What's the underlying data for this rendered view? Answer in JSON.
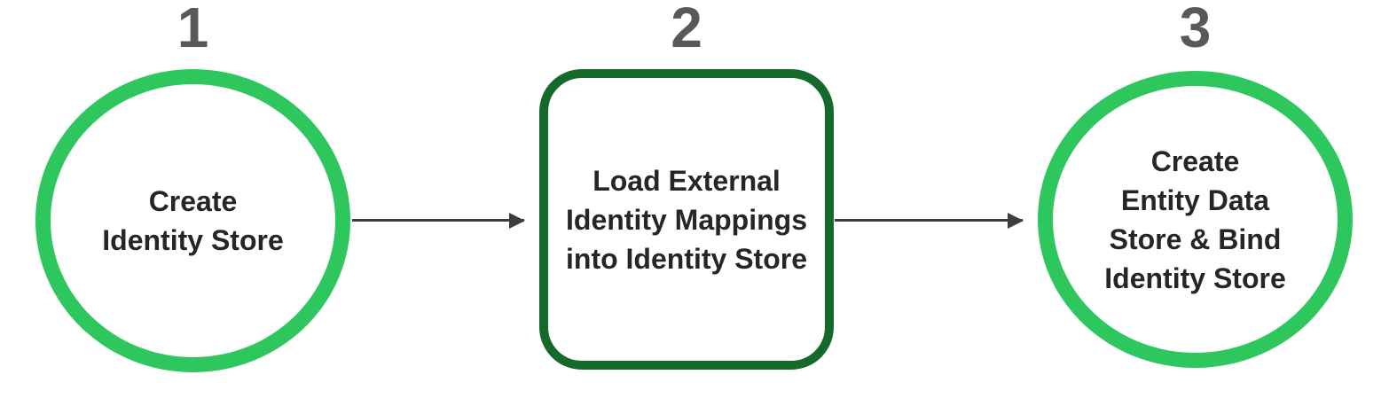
{
  "diagram": {
    "steps": [
      {
        "number": "1",
        "label": "Create\nIdentity Store",
        "shape": "circle"
      },
      {
        "number": "2",
        "label": "Load External\nIdentity Mappings\ninto Identity Store",
        "shape": "rounded-rectangle"
      },
      {
        "number": "3",
        "label": "Create\nEntity Data\nStore & Bind\nIdentity Store",
        "shape": "circle"
      }
    ],
    "connectors": [
      {
        "from": "1",
        "to": "2",
        "type": "arrow-right"
      },
      {
        "from": "2",
        "to": "3",
        "type": "arrow-right"
      }
    ]
  },
  "colors": {
    "circle-green": "#2dc75e",
    "box-green": "#156a2b",
    "number-gray": "#595959",
    "text-dark": "#262626",
    "arrow-gray": "#3d3d3d",
    "background": "#ffffff"
  }
}
